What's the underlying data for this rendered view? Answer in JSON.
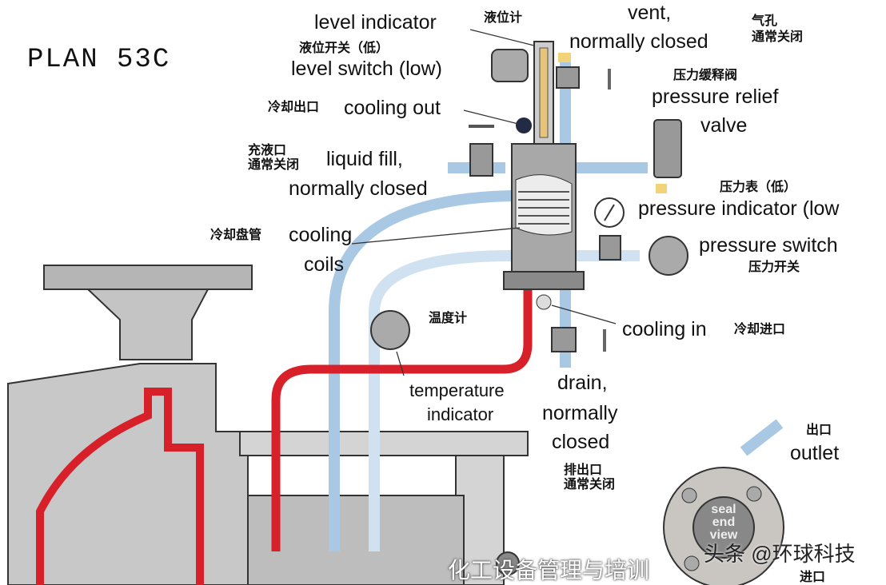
{
  "title": "PLAN 53C",
  "labels": {
    "level_indicator": {
      "en": "level indicator",
      "zh": "液位计"
    },
    "level_switch": {
      "en": "level switch (low)",
      "zh": "液位开关（低）"
    },
    "cooling_out": {
      "en": "cooling out",
      "zh": "冷却出口"
    },
    "liquid_fill": {
      "en1": "liquid fill,",
      "en2": "normally closed",
      "zh1": "充液口",
      "zh2": "通常关闭"
    },
    "cooling_coils": {
      "en1": "cooling",
      "en2": "coils",
      "zh": "冷却盘管"
    },
    "vent": {
      "en1": "vent,",
      "en2": "normally closed",
      "zh1": "气孔",
      "zh2": "通常关闭"
    },
    "pressure_relief": {
      "en1": "pressure relief",
      "en2": "valve",
      "zh": "压力缓释阀"
    },
    "pressure_indicator": {
      "en": "pressure indicator (low",
      "zh": "压力表（低）"
    },
    "pressure_switch": {
      "en": "pressure switch",
      "zh": "压力开关"
    },
    "cooling_in": {
      "en": "cooling in",
      "zh": "冷却进口"
    },
    "temperature_indicator": {
      "en1": "temperature",
      "en2": "indicator",
      "zh": "温度计"
    },
    "drain": {
      "en1": "drain,",
      "en2": "normally",
      "en3": "closed",
      "zh1": "排出口",
      "zh2": "通常关闭"
    },
    "outlet": {
      "en": "outlet",
      "zh": "出口"
    },
    "inlet": {
      "zh": "进口"
    },
    "seal_end_view": "seal end view"
  },
  "watermark": {
    "back": "化工设备管理与培训",
    "front": "头条 @环球科技"
  },
  "colors": {
    "pipe_blue": "#a9c8e4",
    "pipe_red": "#d8202a",
    "metal": "#9a9a9a",
    "accent_yellow": "#f2d37a"
  }
}
